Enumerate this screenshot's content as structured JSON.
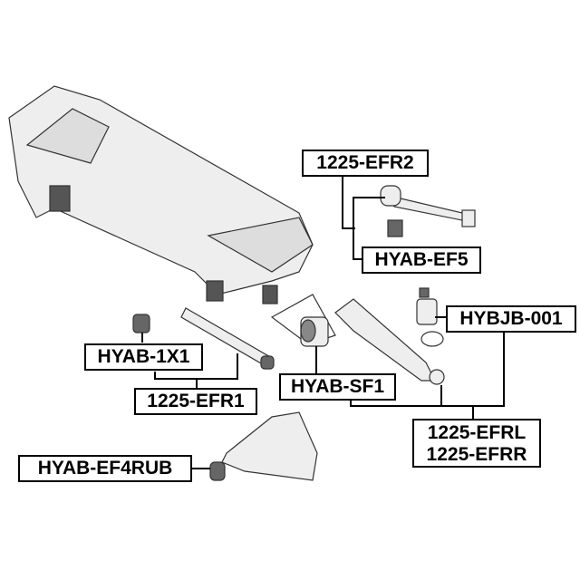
{
  "labels": {
    "efr2": "1225-EFR2",
    "ef5": "HYAB-EF5",
    "hybjb": "HYBJB-001",
    "x1": "HYAB-1X1",
    "efr1": "1225-EFR1",
    "sf1": "HYAB-SF1",
    "efrl": "1225-EFRL",
    "efrr": "1225-EFRR",
    "ef4rub": "HYAB-EF4RUB"
  }
}
